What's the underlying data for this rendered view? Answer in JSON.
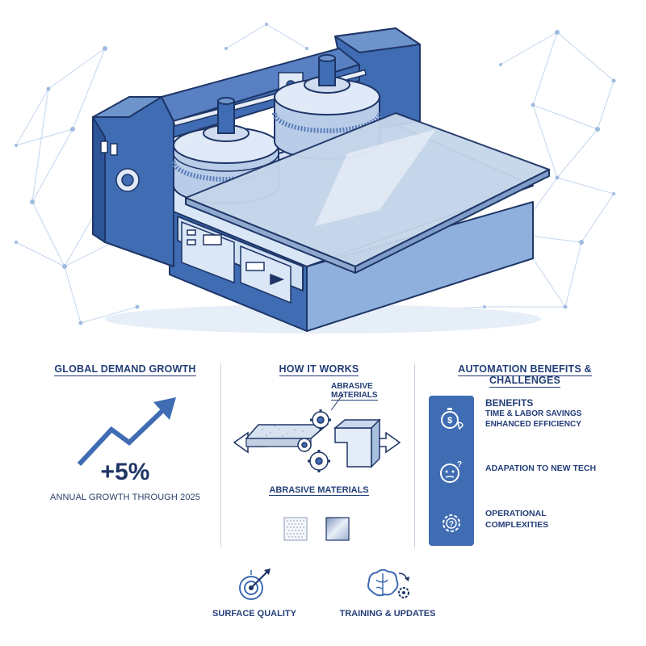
{
  "demand": {
    "title": "GLOBAL DEMAND GROWTH",
    "value": "+5%",
    "caption": "ANNUAL GROWTH THROUGH 2025"
  },
  "how": {
    "title": "HOW IT WORKS",
    "top_label": "ABRASIVE\nMATERIALS",
    "bottom_label": "ABRASIVE MATERIALS"
  },
  "automation": {
    "title": "AUTOMATION BENEFITS & CHALLENGES",
    "benefits_heading": "BENEFITS",
    "benefit_items": [
      "TIME & LABOR SAVINGS",
      "ENHANCED EFFICIENCY"
    ],
    "challenge_adapt": "ADAPATION TO NEW TECH",
    "challenge_ops": "OPERATIONAL\nCOMPLEXITIES"
  },
  "bottom": {
    "surface_label": "SURFACE QUALITY",
    "training_label": "TRAINING & UPDATES"
  },
  "colors": {
    "primary_blue": "#3f6cb3",
    "dark_navy": "#1e3566",
    "light_blue": "#c9dbf2",
    "network_line": "#b8cfe8"
  },
  "icons": {
    "machine": "polishing-machine-illustration",
    "trend": "upward-trend-arrow-icon",
    "stopwatch": "stopwatch-dollar-icon",
    "face": "confused-face-icon",
    "gear_question": "gear-question-icon",
    "target": "target-arrow-icon",
    "brain": "brain-gear-icon"
  }
}
